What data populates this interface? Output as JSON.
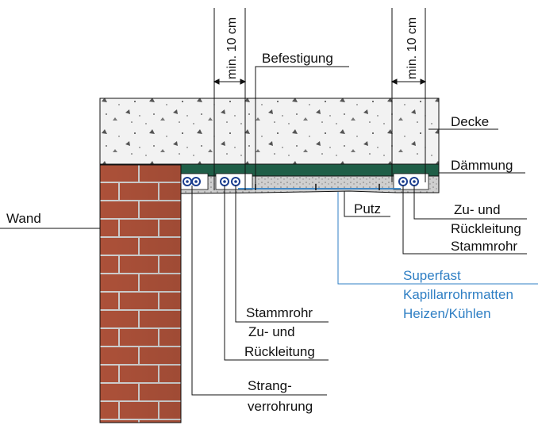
{
  "labels": {
    "dimension_left": "min. 10 cm",
    "dimension_right": "min. 10 cm",
    "fastening": "Befestigung",
    "ceiling": "Decke",
    "insulation": "Dämmung",
    "wall": "Wand",
    "plaster": "Putz",
    "right_supply_line1": "Zu- und",
    "right_supply_line2": "Rückleitung",
    "right_main_pipe": "Stammrohr",
    "product_line1": "Superfast",
    "product_line2": "Kapillarrohrmatten",
    "product_line3": "Heizen/Kühlen",
    "left_main_pipe": "Stammrohr",
    "left_supply_line1": "Zu- und",
    "left_supply_line2": "Rückleitung",
    "riser_line1": "Strang-",
    "riser_line2": "verrohrung"
  },
  "colors": {
    "concrete": "#f2f2f2",
    "insulation": "#1f5e47",
    "brick": "#b5553c",
    "mortar": "#d9d9d9",
    "plaster": "#cfcfcf",
    "pipe": "#1c3f8f",
    "capillary": "#2f7fc4",
    "line": "#111111"
  }
}
